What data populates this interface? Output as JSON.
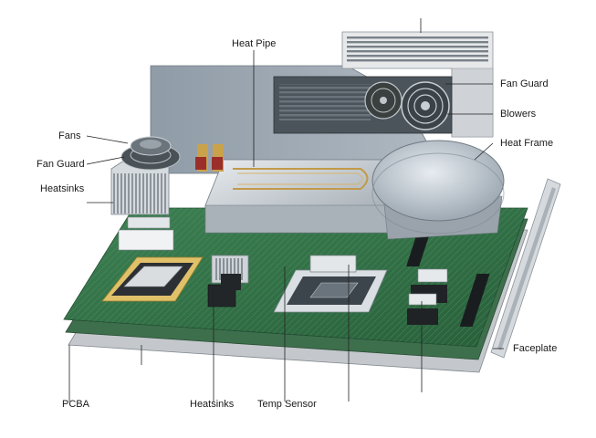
{
  "labels": {
    "heat_pipe": "Heat Pipe",
    "fan_guard_right": "Fan Guard",
    "blowers": "Blowers",
    "heat_frame": "Heat Frame",
    "fans": "Fans",
    "fan_guard_left": "Fan Guard",
    "heatsinks_left": "Heatsinks",
    "faceplate": "Faceplate",
    "pcba": "PCBA",
    "heatsinks_bottom": "Heatsinks",
    "temp_sensor": "Temp Sensor"
  },
  "colors": {
    "pcb_green": "#2f6e43",
    "pcb_dark": "#1f4f30",
    "metal": "#bfc6cc",
    "leader": "#222222"
  }
}
